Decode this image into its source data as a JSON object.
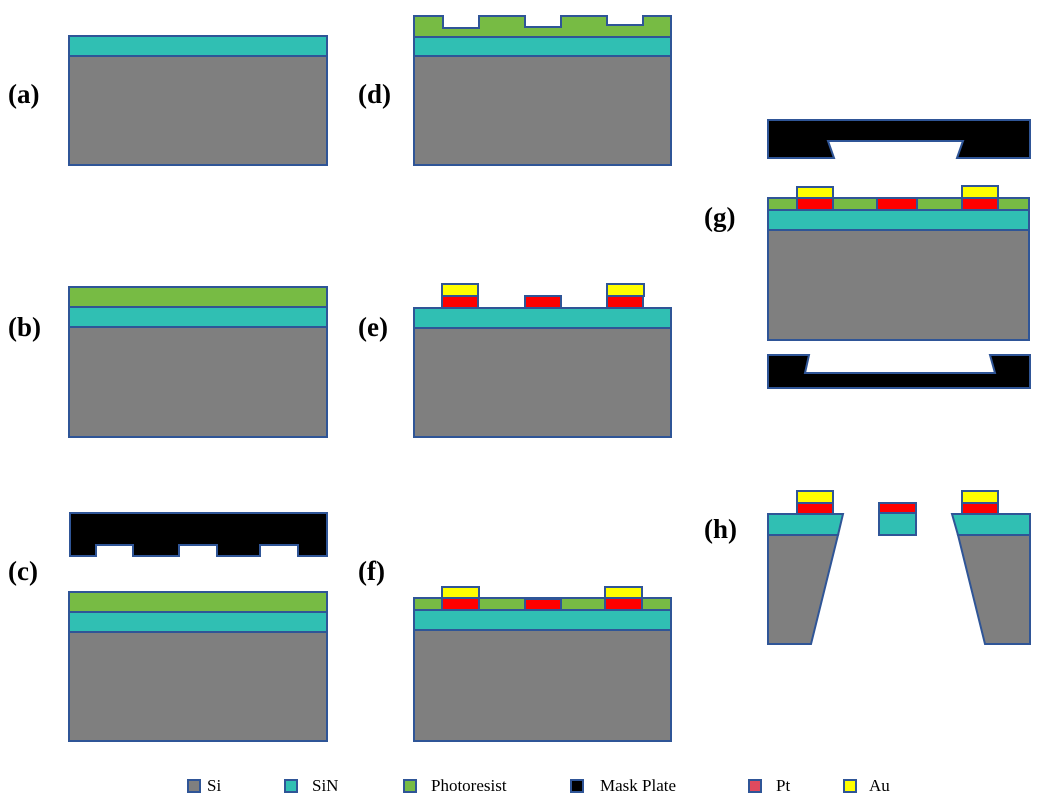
{
  "figure": {
    "type": "process-flow cross-section diagram",
    "description": "Microfabrication process steps (a)-(h)"
  },
  "colors": {
    "Si": "#7F7F7F",
    "SiN": "#30BFB3",
    "Photoresist": "#77BB44",
    "MaskPlate": "#000000",
    "Pt": "#FF0000",
    "Au": "#FFFF00",
    "outline": "#2F5597",
    "legend_Pt": "#E04A5E"
  },
  "panels": [
    {
      "id": "a",
      "label": "(a)",
      "layers": [
        "SiN",
        "Si"
      ]
    },
    {
      "id": "b",
      "label": "(b)",
      "layers": [
        "Photoresist",
        "SiN",
        "Si"
      ]
    },
    {
      "id": "c",
      "label": "(c)",
      "layers": [
        "Mask Plate",
        "Photoresist",
        "SiN",
        "Si"
      ]
    },
    {
      "id": "d",
      "label": "(d)",
      "layers": [
        "Patterned Photoresist",
        "SiN",
        "Si"
      ]
    },
    {
      "id": "e",
      "label": "(e)",
      "layers": [
        "Au",
        "Pt",
        "SiN",
        "Si"
      ]
    },
    {
      "id": "f",
      "label": "(f)",
      "layers": [
        "Au",
        "Pt",
        "Photoresist",
        "SiN",
        "Si"
      ]
    },
    {
      "id": "g",
      "label": "(g)",
      "layers": [
        "Mask Plate",
        "Au",
        "Pt",
        "Photoresist",
        "SiN",
        "Si",
        "Mask Plate"
      ]
    },
    {
      "id": "h",
      "label": "(h)",
      "layers": [
        "Au",
        "Pt",
        "SiN",
        "Si (etched)"
      ]
    }
  ],
  "legend": [
    {
      "key": "Si",
      "label": "Si",
      "color": "#7F7F7F"
    },
    {
      "key": "SiN",
      "label": "SiN",
      "color": "#30BFB3"
    },
    {
      "key": "Photoresist",
      "label": "Photoresist",
      "color": "#77BB44"
    },
    {
      "key": "MaskPlate",
      "label": "Mask Plate",
      "color": "#000000"
    },
    {
      "key": "Pt",
      "label": "Pt",
      "color": "#E04A5E"
    },
    {
      "key": "Au",
      "label": "Au",
      "color": "#FFFF00"
    }
  ]
}
